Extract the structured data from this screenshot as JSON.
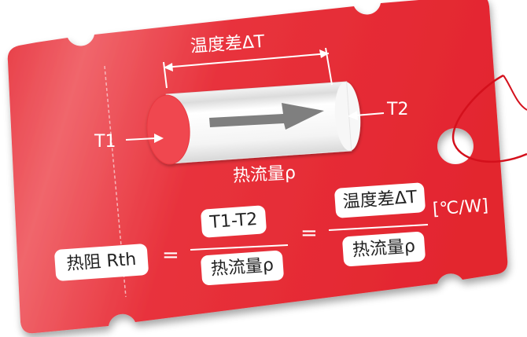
{
  "diagram": {
    "temp_diff_label": "温度差ΔT",
    "t1_label": "T1",
    "t2_label": "T2",
    "heat_flow_label": "热流量ρ"
  },
  "formula": {
    "lhs": "热阻 Rth",
    "eq1": "=",
    "frac1_numerator": "T1-T2",
    "frac1_denominator": "热流量ρ",
    "eq2": "=",
    "frac2_numerator": "温度差ΔT",
    "frac2_denominator": "热流量ρ",
    "unit": "[℃/W]"
  },
  "colors": {
    "card_red": "#e8323c",
    "card_red_dark": "#d0202a",
    "cap_red": "#f04a52",
    "arrow_gray": "#7f7f7f",
    "string_red": "#d4101c"
  }
}
